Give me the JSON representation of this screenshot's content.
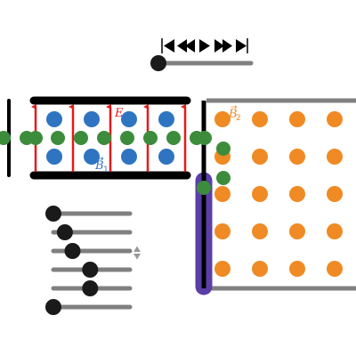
{
  "labels": {
    "electric_field": "E",
    "b_field_1": "B",
    "b_field_1_sub": "1",
    "b_field_2": "B",
    "b_field_2_sub": "2",
    "vector_arrow": "→"
  },
  "playback": {
    "buttons": [
      "skip-to-start",
      "step-back",
      "play",
      "step-forward",
      "skip-to-end"
    ]
  },
  "sliders": {
    "time": 0.0,
    "parameters": [
      0.0,
      0.15,
      0.25,
      0.48,
      0.48,
      0.0
    ]
  },
  "colors": {
    "plate": "#000000",
    "track": "#808080",
    "knob": "#1a1a1a",
    "e_field_arrow": "#e41a1c",
    "selector_particle": "#2f74c0",
    "beam_particle": "#3c8c3c",
    "chamber_particle": "#f08a24",
    "detector": "#5b3ea8",
    "label_e": "#e41a1c",
    "label_b1": "#2f74c0",
    "label_b2": "#f08a24"
  }
}
